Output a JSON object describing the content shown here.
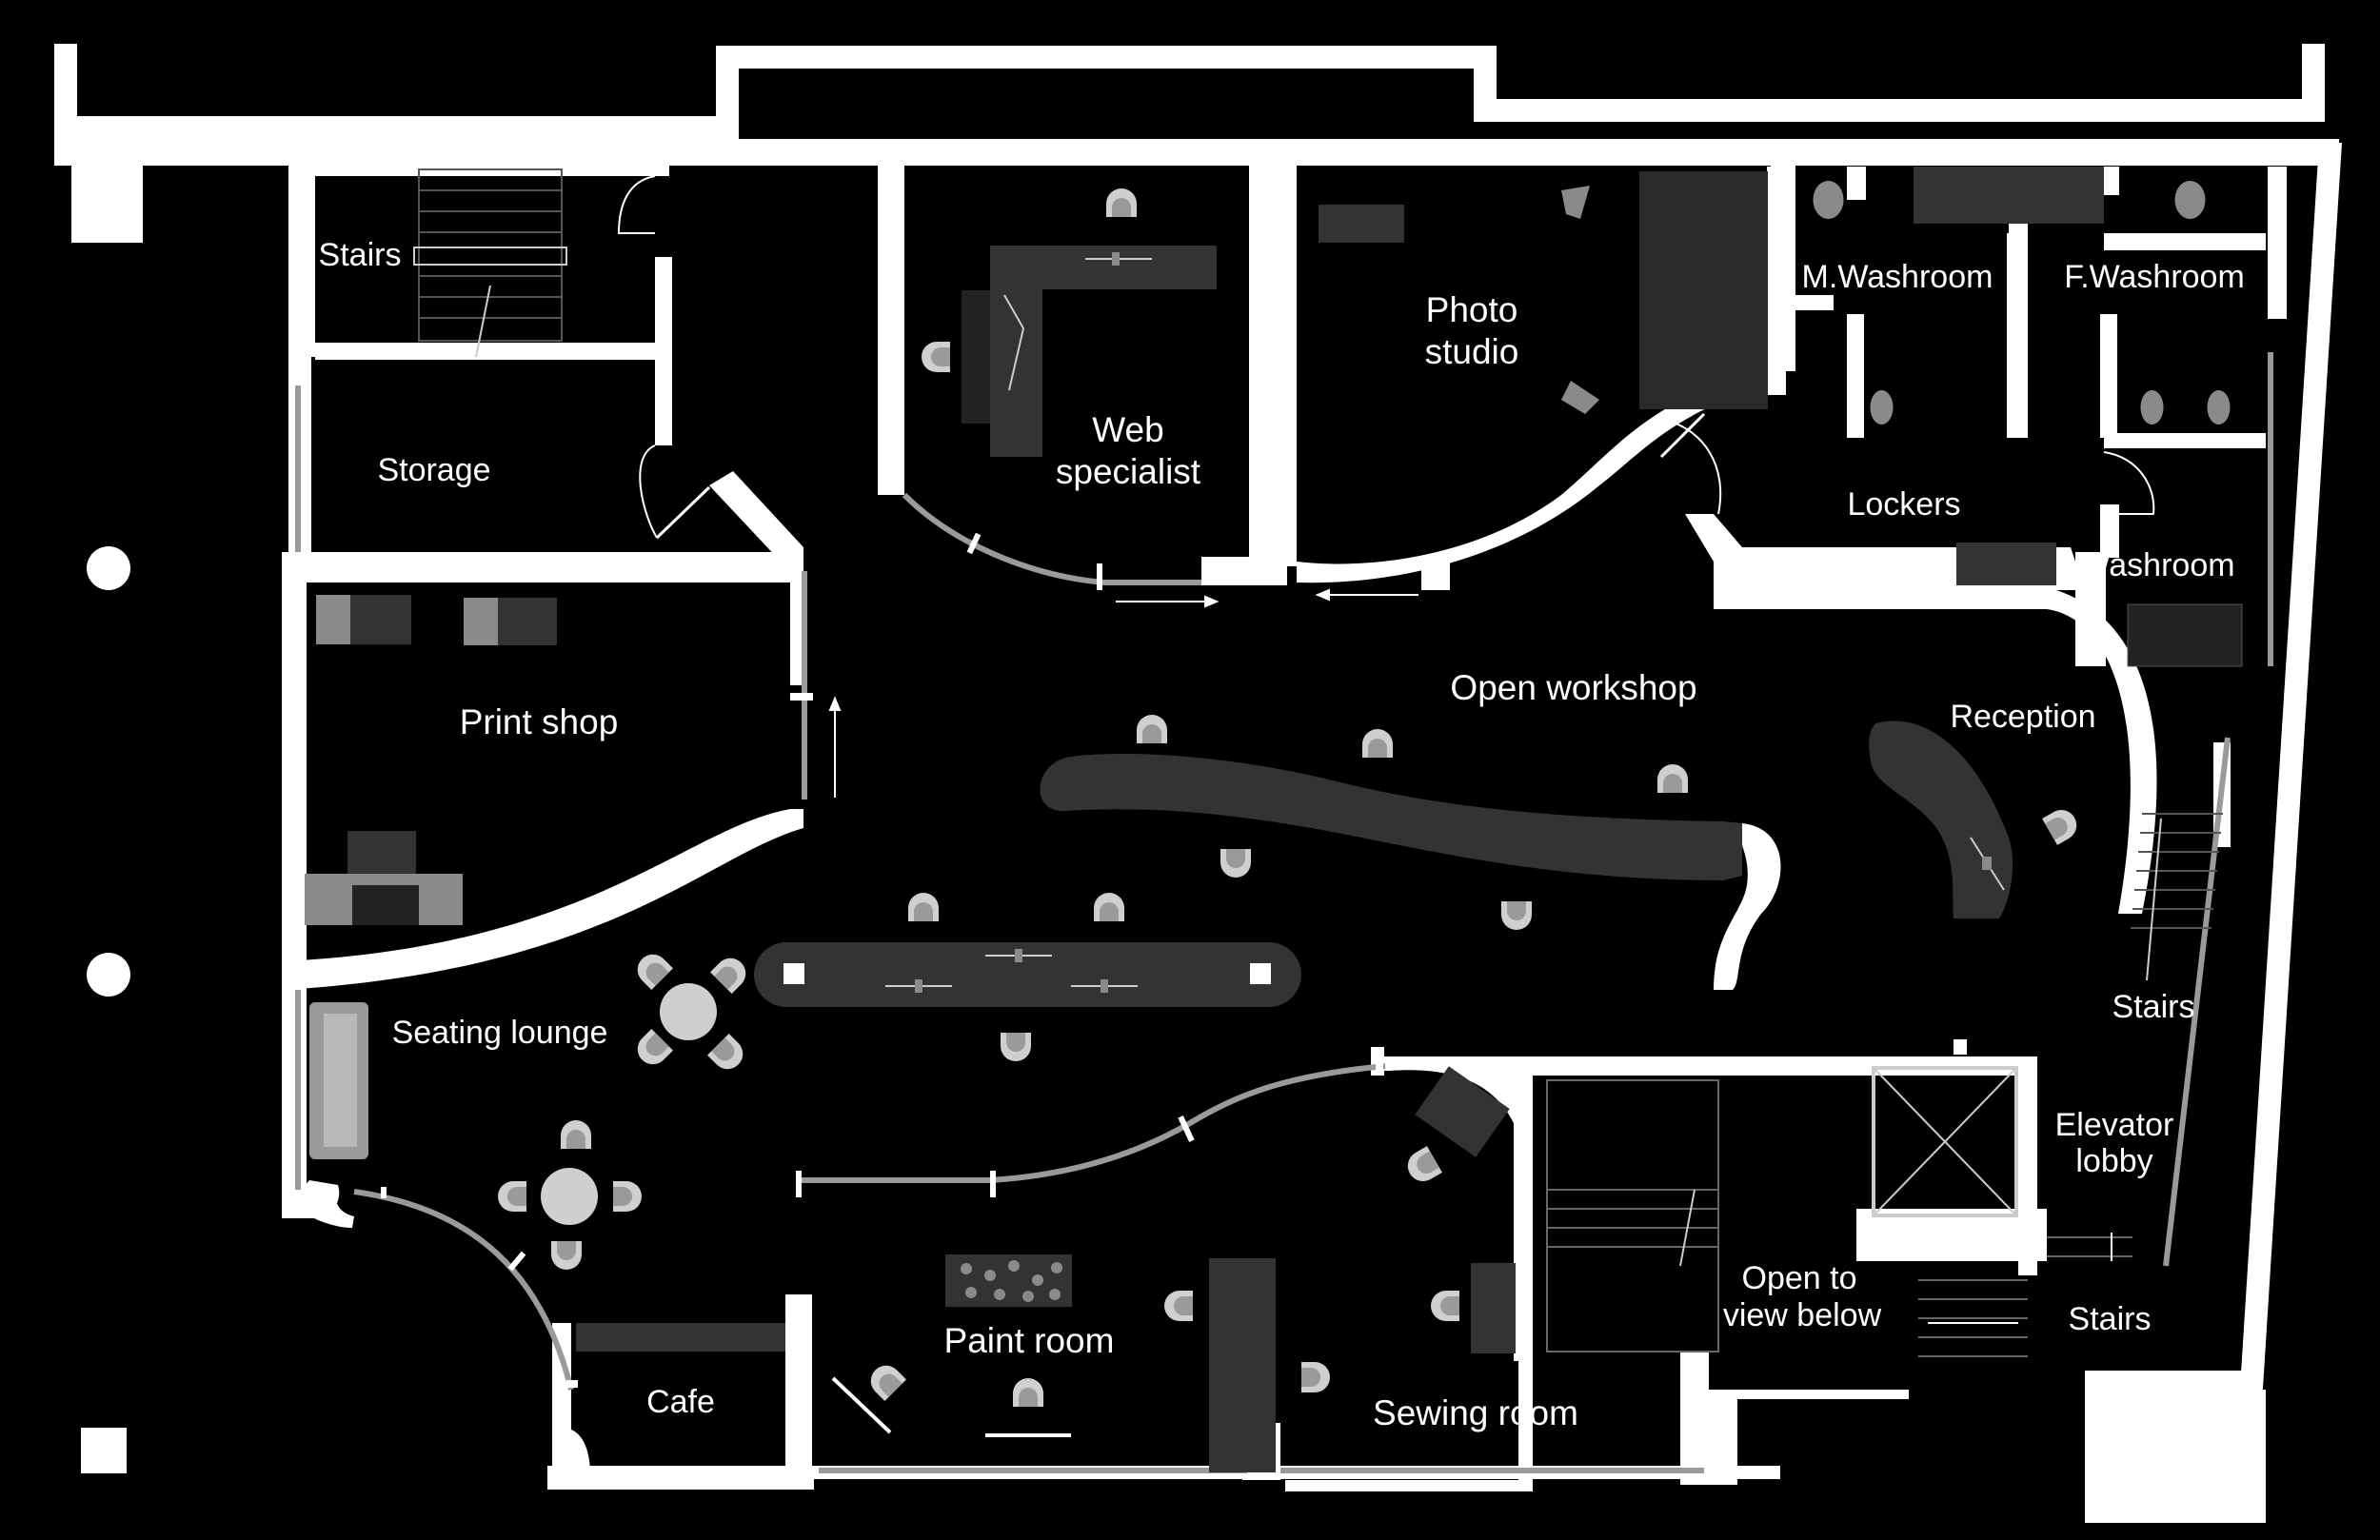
{
  "colors": {
    "background": "#000000",
    "wall": "#ffffff",
    "furniture_dark": "#333333",
    "furniture_mid": "#8a8a8a",
    "chair": "#cfcfcf",
    "glass": "#9a9a9a"
  },
  "rooms": {
    "stairs_top_left": "Stairs",
    "storage": "Storage",
    "print_shop": "Print shop",
    "web_specialist_1": "Web",
    "web_specialist_2": "specialist",
    "photo_studio_1": "Photo",
    "photo_studio_2": "studio",
    "m_washroom": "M.Washroom",
    "f_washroom": "F.Washroom",
    "lockers": "Lockers",
    "washroom": "Washroom",
    "open_workshop": "Open workshop",
    "reception": "Reception",
    "stairs_right": "Stairs",
    "seating_lounge": "Seating lounge",
    "elevator_lobby_1": "Elevator",
    "elevator_lobby_2": "lobby",
    "open_to_view_1": "Open to",
    "open_to_view_2": "view below",
    "stairs_bottom_right": "Stairs",
    "paint_room": "Paint room",
    "sewing_room": "Sewing room",
    "cafe": "Cafe"
  },
  "icons": {
    "door_swing": "door-arc-icon",
    "chair": "chair-icon",
    "column": "column-icon",
    "elevator": "elevator-icon",
    "toilet": "toilet-icon",
    "arrow": "arrow-icon"
  }
}
